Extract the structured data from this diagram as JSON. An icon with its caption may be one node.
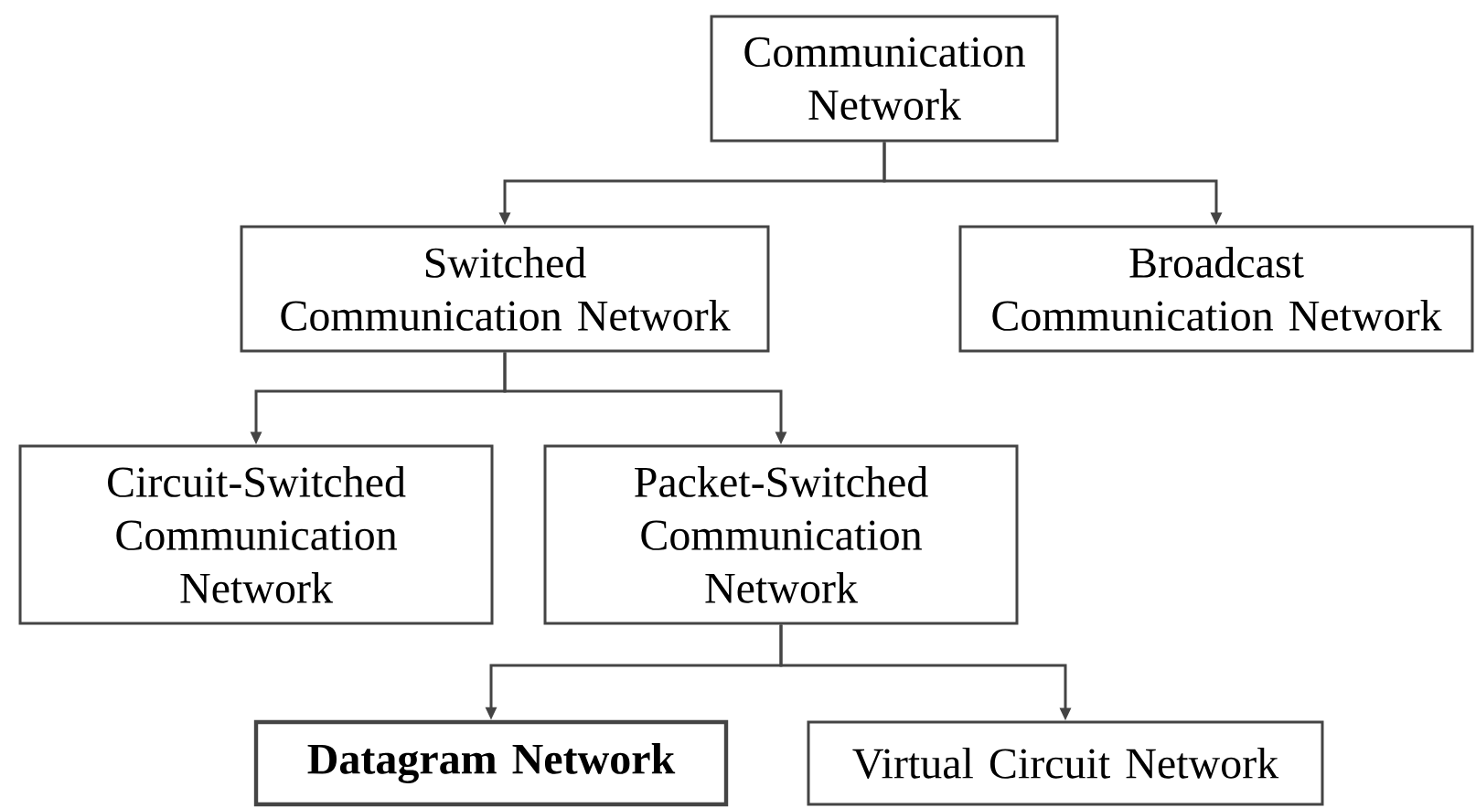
{
  "diagram": {
    "nodes": [
      {
        "text": [
          "Communication Network"
        ]
      },
      {
        "text": [
          "Switched Communication Network"
        ]
      },
      {
        "text": [
          "Broadcast Communication Network"
        ]
      },
      {
        "text": [
          "Circuit-Switched Communication Network"
        ]
      },
      {
        "text": [
          "Packet-Switched Communication Network"
        ]
      },
      {
        "text": [
          "Datagram Network"
        ]
      },
      {
        "text": [
          "Virtual Circuit Network"
        ]
      }
    ],
    "edges": [
      {
        "from": 0,
        "to": 1,
        "arrow": "to"
      },
      {
        "from": 0,
        "to": 2,
        "arrow": "to"
      },
      {
        "from": 1,
        "to": 3,
        "arrow": "to"
      },
      {
        "from": 1,
        "to": 4,
        "arrow": "to"
      },
      {
        "from": 4,
        "to": 5,
        "arrow": "to"
      },
      {
        "from": 4,
        "to": 6,
        "arrow": "to"
      }
    ]
  }
}
